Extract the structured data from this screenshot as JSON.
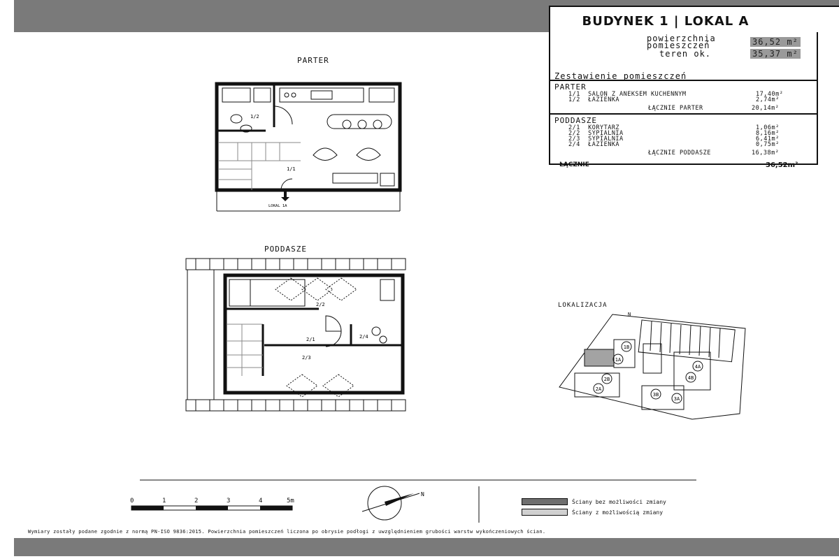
{
  "header": {
    "title": "BUDYNEK 1 | LOKAL A"
  },
  "summary": {
    "area_label_1": "powierzchnia",
    "area_label_2": "pomieszczeń",
    "area_value": "36,52 m²",
    "terrain_label": "teren ok.",
    "terrain_value": "35,37 m²",
    "rooms_heading": "Zestawienie pomieszczeń"
  },
  "parter": {
    "heading": "PARTER",
    "rooms": [
      {
        "id": "1/1",
        "name": "SALON Z ANEKSEM KUCHENNYM",
        "area": "17,40m²"
      },
      {
        "id": "1/2",
        "name": "ŁAZIENKA",
        "area": "2,74m²"
      }
    ],
    "total_label": "ŁĄCZNIE PARTER",
    "total_value": "20,14m²"
  },
  "poddasze": {
    "heading": "PODDASZE",
    "rooms": [
      {
        "id": "2/1",
        "name": "KORYTARZ",
        "area": "1,06m²"
      },
      {
        "id": "2/2",
        "name": "SYPIALNIA",
        "area": "8,16m²"
      },
      {
        "id": "2/3",
        "name": "SYPIALNIA",
        "area": "6,41m²"
      },
      {
        "id": "2/4",
        "name": "ŁAZIENKA",
        "area": "0,75m²"
      }
    ],
    "total_label": "ŁĄCZNIE PODDASZE",
    "total_value": "16,38m²"
  },
  "total": {
    "label": "ŁĄCZNIE",
    "value": "36,52m²"
  },
  "plans": {
    "parter_label": "PARTER",
    "poddasze_label": "PODDASZE",
    "entrance_label": "LOKAL 1A",
    "tag_1_2": "1/2",
    "tag_1_1": "1/1",
    "tag_2_2": "2/2",
    "tag_2_1": "2/1",
    "tag_2_4": "2/4",
    "tag_2_3": "2/3"
  },
  "location": {
    "label": "LOKALIZACJA",
    "north": "N",
    "units": [
      "1B",
      "1A",
      "4A",
      "4B",
      "2B",
      "2A",
      "3B",
      "3A"
    ]
  },
  "scale": {
    "ticks": [
      "0",
      "1",
      "2",
      "3",
      "4",
      "5m"
    ],
    "compass": "N"
  },
  "legend": {
    "bearing": "Ściany bez możliwości zmiany",
    "non_bearing": "Ściany z możliwością zmiany",
    "bearing_color": "#6f6f6f",
    "non_bearing_color": "#d0d0d0"
  },
  "footnote": "Wymiary zostały podane zgodnie z normą PN-ISO 9836:2015. Powierzchnia pomieszczeń liczona po obrysie podłogi z uwzględnieniem grubości warstw wykończeniowych ścian."
}
